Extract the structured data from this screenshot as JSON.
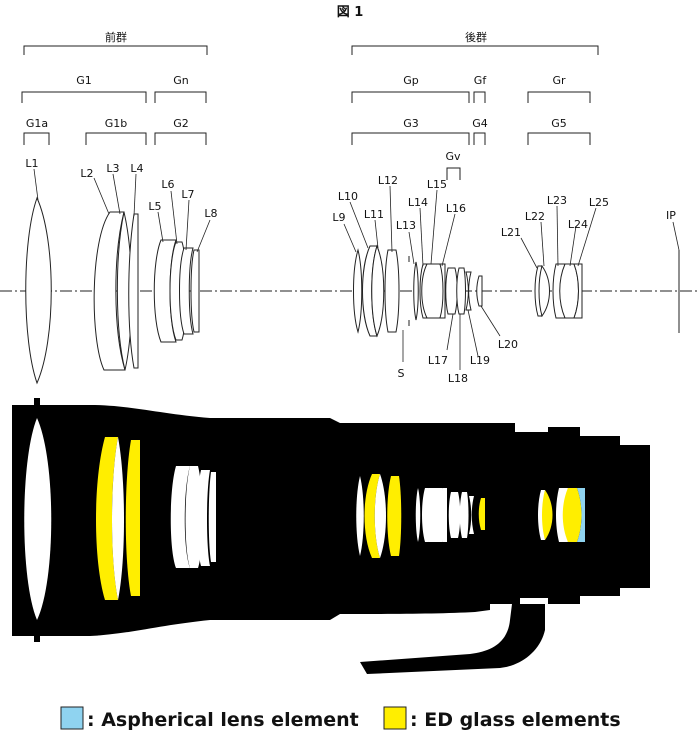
{
  "figure_title": "図 1",
  "groups_row1": {
    "front": "前群",
    "rear": "後群"
  },
  "groups_row2": {
    "g1": "G1",
    "gn": "Gn",
    "gp": "Gp",
    "gf": "Gf",
    "gr": "Gr"
  },
  "groups_row3": {
    "g1a": "G1a",
    "g1b": "G1b",
    "g2": "G2",
    "g3": "G3",
    "g4": "G4",
    "g5": "G5"
  },
  "gv_label": "Gv",
  "lens_labels": [
    "L1",
    "L2",
    "L3",
    "L4",
    "L5",
    "L6",
    "L7",
    "L8",
    "L9",
    "L10",
    "L11",
    "L12",
    "L13",
    "L14",
    "L15",
    "L16",
    "L17",
    "L18",
    "L19",
    "L20",
    "L21",
    "L22",
    "L23",
    "L24",
    "L25"
  ],
  "stop_label": "S",
  "image_plane_label": "IP",
  "legend": {
    "aspherical": ": Aspherical lens element",
    "ed": ": ED glass elements",
    "aspherical_color": "#8fd3f0",
    "ed_color": "#ffee00"
  }
}
